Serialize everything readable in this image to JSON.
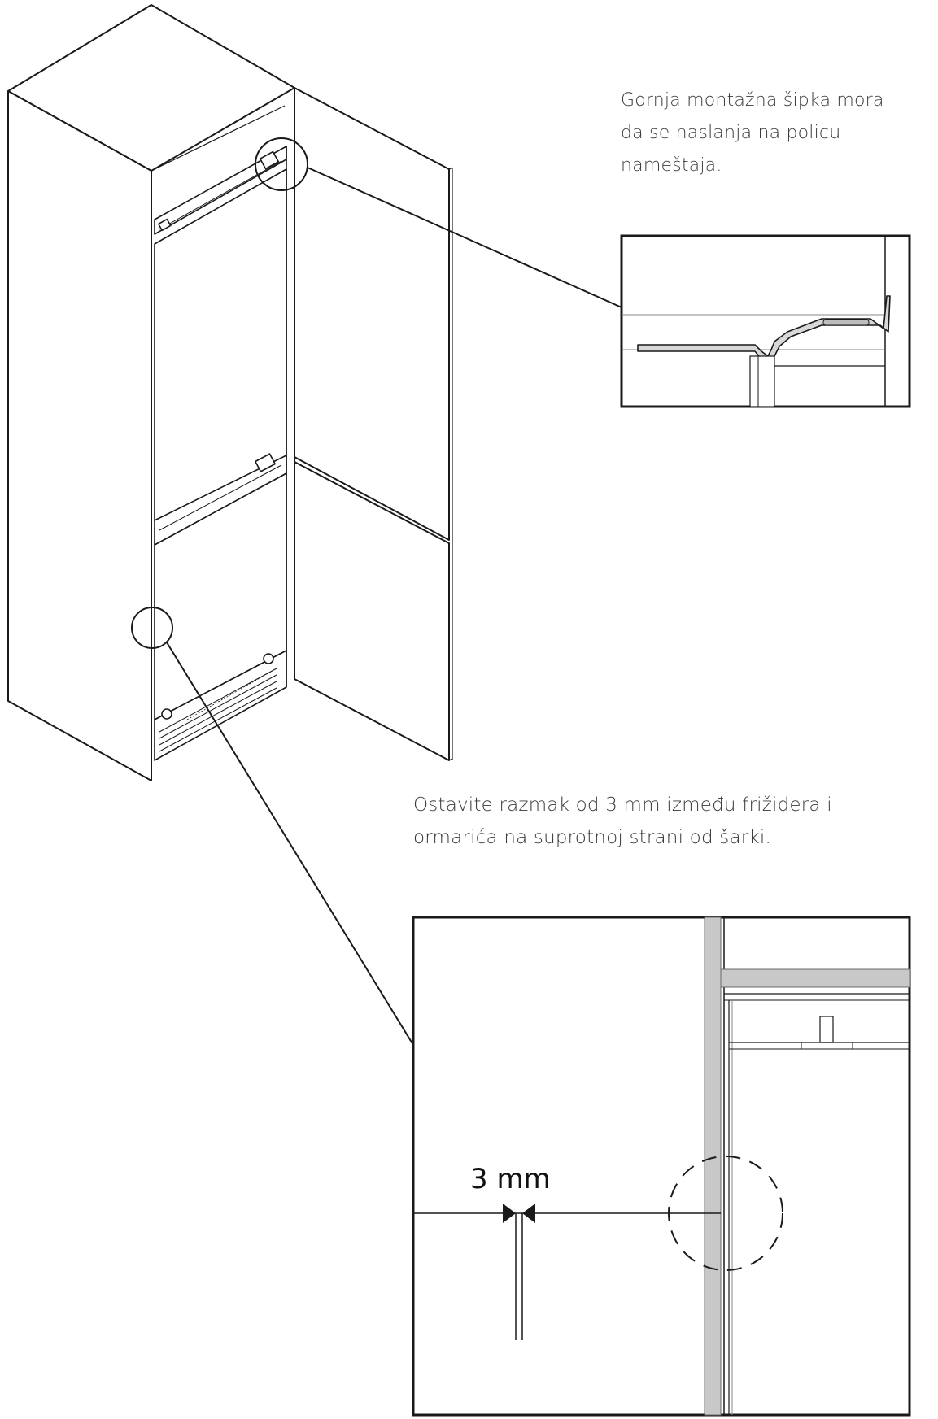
{
  "callouts": {
    "top_note": {
      "lines": [
        "Gornja montažna šipka mora",
        "da se naslanja na policu",
        "nameštaja."
      ]
    },
    "bottom_note": {
      "lines": [
        "Ostavite razmak od 3 mm između frižidera i",
        "ormarića na suprotnoj strani od šarki."
      ]
    },
    "gap_dimension_label": "3 mm"
  },
  "colors": {
    "line": "#1a1a1a",
    "light_line": "#8a8a8a",
    "panel_fill": "#c8c8c8",
    "text": "#3a3a3a"
  }
}
